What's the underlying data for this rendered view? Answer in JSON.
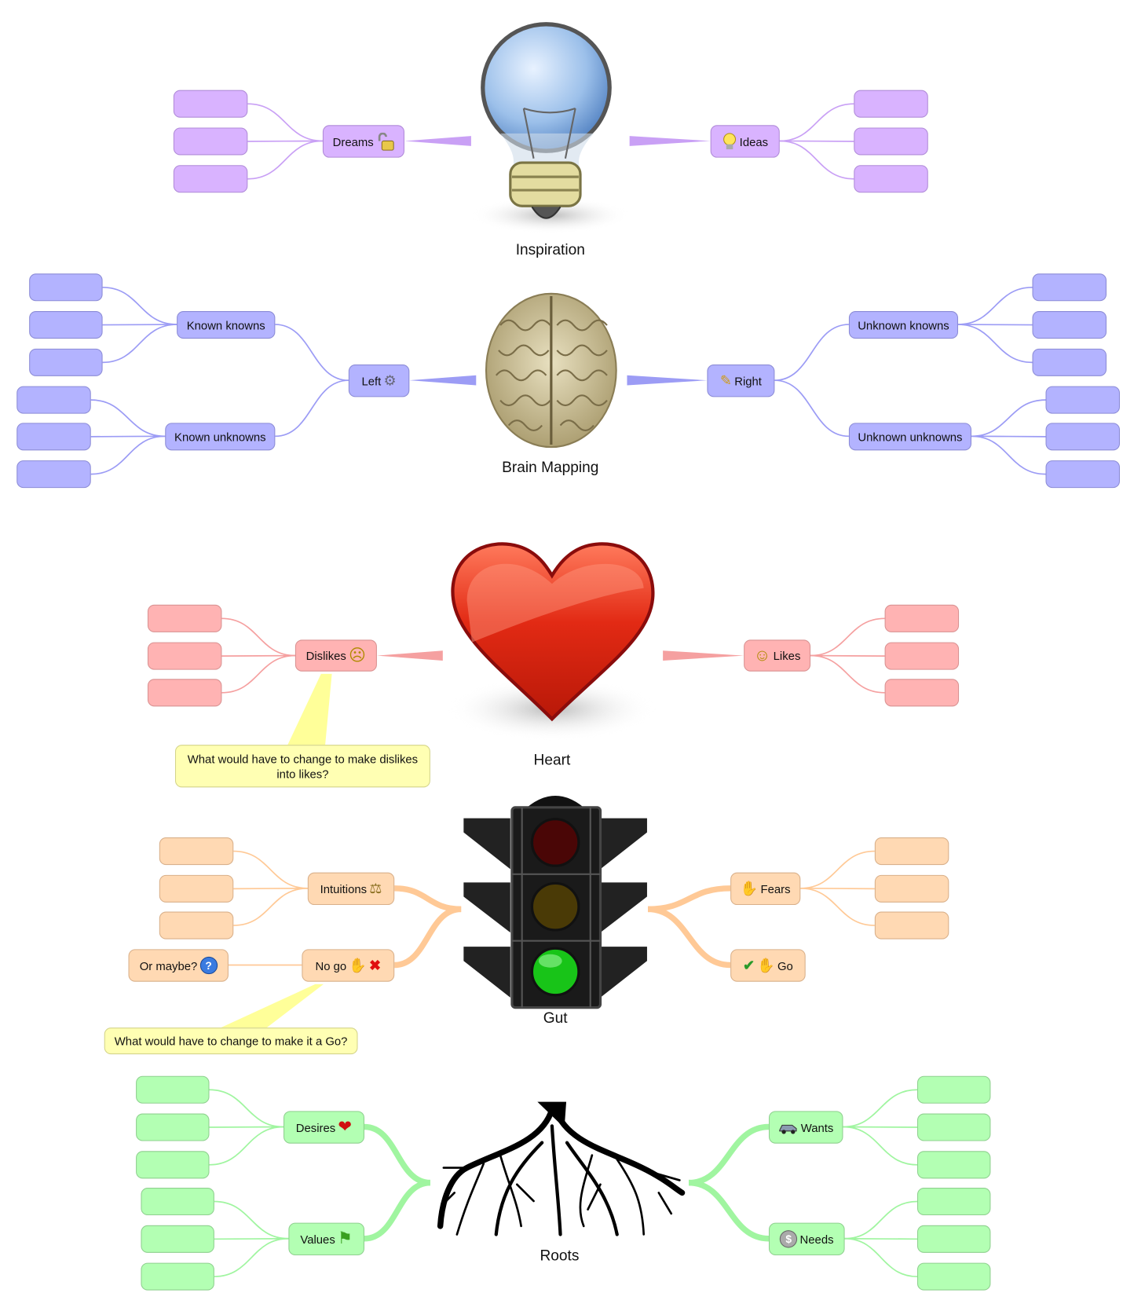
{
  "maps": {
    "inspiration": {
      "label": "Inspiration",
      "left": "Dreams",
      "right": "Ideas",
      "color": "#d9b3ff"
    },
    "brain": {
      "label": "Brain Mapping",
      "left": "Left",
      "right": "Right",
      "left_children": [
        "Known knowns",
        "Known unknowns"
      ],
      "right_children": [
        "Unknown knowns",
        "Unknown unknowns"
      ],
      "color": "#b3b3ff"
    },
    "heart": {
      "label": "Heart",
      "left": "Dislikes",
      "right": "Likes",
      "callout": "What would have to change to make dislikes into likes?",
      "color": "#ffb3b3"
    },
    "gut": {
      "label": "Gut",
      "left": [
        "Intuitions",
        "No go"
      ],
      "right": [
        "Fears",
        "Go"
      ],
      "extra": "Or maybe?",
      "callout": "What would have to change to make it a Go?",
      "color": "#ffd9b3"
    },
    "roots": {
      "label": "Roots",
      "left": [
        "Desires",
        "Values"
      ],
      "right": [
        "Wants",
        "Needs"
      ],
      "color": "#b3ffb3"
    }
  },
  "callout_color": "#ffffb3"
}
